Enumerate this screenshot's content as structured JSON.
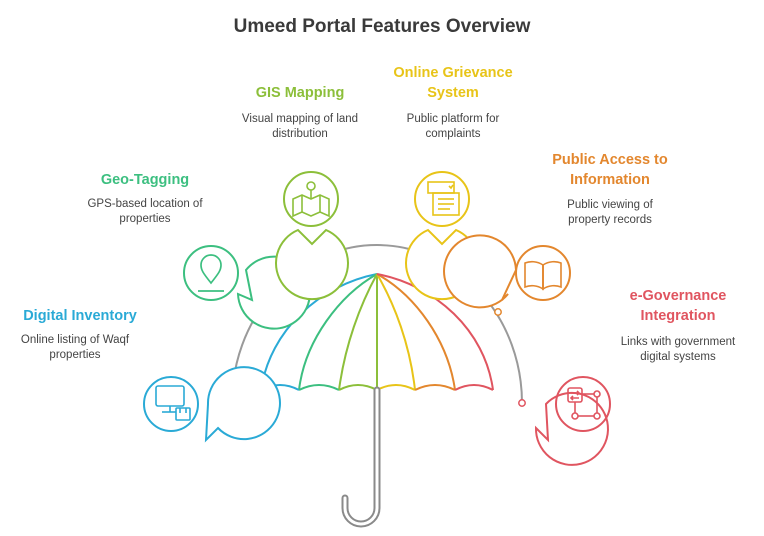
{
  "title": "Umeed Portal Features Overview",
  "features": [
    {
      "title": "Digital Inventory",
      "desc": "Online listing of Waqf properties",
      "color": "#2aaad6",
      "icon": "computer-icon"
    },
    {
      "title": "Geo-Tagging",
      "desc": "GPS-based location of properties",
      "color": "#3cbf80",
      "icon": "location-pin-icon"
    },
    {
      "title": "GIS Mapping",
      "desc": "Visual mapping of land distribution",
      "color": "#8cbf3a",
      "icon": "map-icon"
    },
    {
      "title": "Online Grievance System",
      "desc": "Public platform for complaints",
      "color": "#e8c418",
      "icon": "form-icon"
    },
    {
      "title": "Public Access to Information",
      "desc": "Public viewing of property records",
      "color": "#e3872e",
      "icon": "book-icon"
    },
    {
      "title": "e-Governance Integration",
      "desc": "Links with government digital systems",
      "color": "#e05560",
      "icon": "integration-icon"
    }
  ]
}
